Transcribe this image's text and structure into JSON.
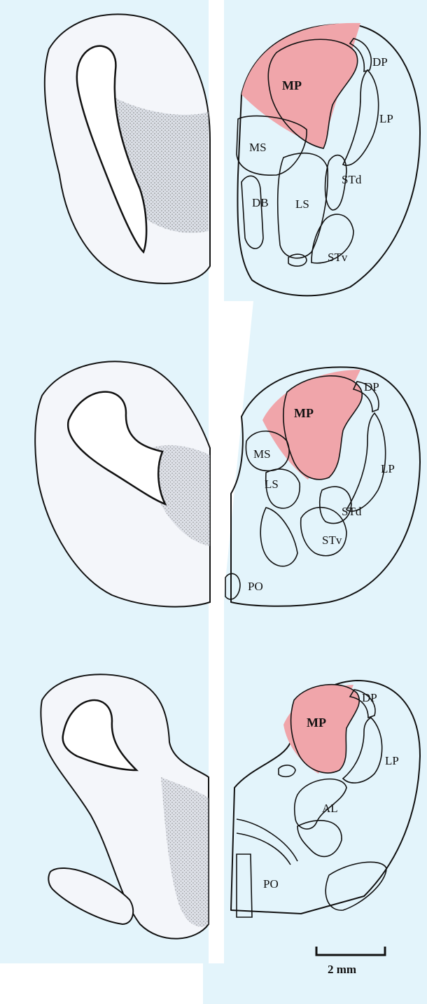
{
  "colors": {
    "background": "#e3f4fb",
    "mp_highlight": "#f0a5aa",
    "outline": "#111111"
  },
  "panels": [
    {
      "regions": {
        "mp": "MP",
        "dp": "DP",
        "lp": "LP",
        "ms": "MS",
        "std": "STd",
        "db": "DB",
        "ls": "LS",
        "stv": "STv"
      }
    },
    {
      "regions": {
        "mp": "MP",
        "dp": "DP",
        "ms": "MS",
        "lp": "LP",
        "ls": "LS",
        "std": "STd",
        "stv": "STv",
        "po": "PO"
      }
    },
    {
      "regions": {
        "dp": "DP",
        "mp": "MP",
        "lp": "LP",
        "al": "AL",
        "po": "PO"
      }
    }
  ],
  "scale_bar": {
    "label": "2 mm"
  }
}
